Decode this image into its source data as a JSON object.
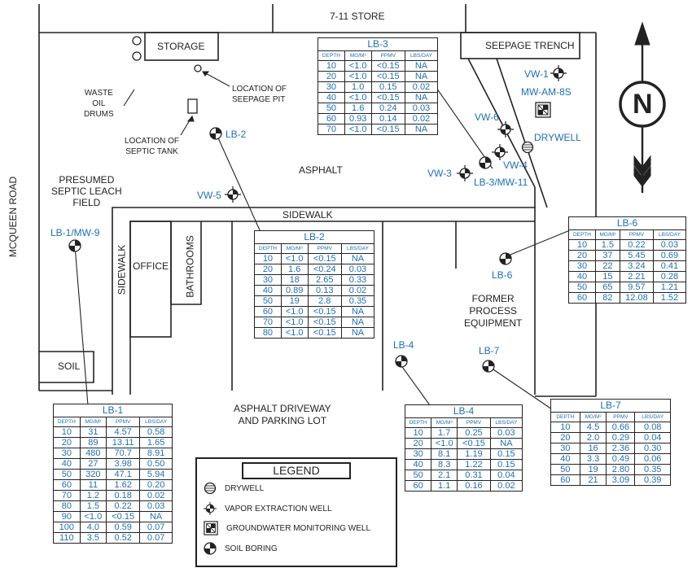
{
  "labels": {
    "store": "7-11 STORE",
    "storage": "STORAGE",
    "seepage_trench": "SEEPAGE TRENCH",
    "waste_oil_drums": [
      "WASTE",
      "OIL",
      "DRUMS"
    ],
    "seepage_pit": [
      "LOCATION OF",
      "SEEPAGE PIT"
    ],
    "septic_tank": [
      "LOCATION OF",
      "SEPTIC TANK"
    ],
    "asphalt": "ASPHALT",
    "leach_field": [
      "PRESUMED",
      "SEPTIC LEACH",
      "FIELD"
    ],
    "mcqueen_road": "MCQUEEN ROAD",
    "sidewalk_h": "SIDEWALK",
    "sidewalk_v": "SIDEWALK",
    "office": "OFFICE",
    "bathrooms": "BATHROOMS",
    "soil": "SOIL",
    "former_process": [
      "FORMER",
      "PROCESS",
      "EQUIPMENT"
    ],
    "driveway": [
      "ASPHALT DRIVEWAY",
      "AND PARKING LOT"
    ],
    "north": "N"
  },
  "wells": {
    "lb2": "LB-2",
    "vw5": "VW-5",
    "lb1": "LB-1/MW-9",
    "vw1": "VW-1",
    "mwam8s": "MW-AM-8S",
    "drywell": "DRYWELL",
    "vw6": "VW-6",
    "vw4": "VW-4",
    "vw3": "VW-3",
    "lb3mw11": "LB-3/MW-11",
    "lb6": "LB-6",
    "lb4": "LB-4",
    "lb7": "LB-7"
  },
  "table_headers": [
    "DEPTH",
    "MG/M³",
    "PPMV",
    "LBS/DAY"
  ],
  "tables": {
    "lb3": {
      "title": "LB-3",
      "rows": [
        [
          "10",
          "<1.0",
          "<0.15",
          "NA"
        ],
        [
          "20",
          "<1.0",
          "<0.15",
          "NA"
        ],
        [
          "30",
          "1.0",
          "0.15",
          "0.02"
        ],
        [
          "40",
          "<1.0",
          "<0.15",
          "NA"
        ],
        [
          "50",
          "1.6",
          "0.24",
          "0.03"
        ],
        [
          "60",
          "0.93",
          "0.14",
          "0.02"
        ],
        [
          "70",
          "<1.0",
          "<0.15",
          "NA"
        ]
      ]
    },
    "lb2": {
      "title": "LB-2",
      "rows": [
        [
          "10",
          "<1.0",
          "<0.15",
          "NA"
        ],
        [
          "20",
          "1.6",
          "<0.24",
          "0.03"
        ],
        [
          "30",
          "18",
          "2.65",
          "0.33"
        ],
        [
          "40",
          "0.89",
          "0.13",
          "0.02"
        ],
        [
          "50",
          "19",
          "2.8",
          "0.35"
        ],
        [
          "60",
          "<1.0",
          "<0.15",
          "NA"
        ],
        [
          "70",
          "<1.0",
          "<0.15",
          "NA"
        ],
        [
          "80",
          "<1.0",
          "<0.15",
          "NA"
        ]
      ]
    },
    "lb6": {
      "title": "LB-6",
      "rows": [
        [
          "10",
          "1.5",
          "0.22",
          "0.03"
        ],
        [
          "20",
          "37",
          "5.45",
          "0.69"
        ],
        [
          "30",
          "22",
          "3.24",
          "0.41"
        ],
        [
          "40",
          "15",
          "2.21",
          "0.28"
        ],
        [
          "50",
          "65",
          "9.57",
          "1.21"
        ],
        [
          "60",
          "82",
          "12.08",
          "1.52"
        ]
      ]
    },
    "lb1": {
      "title": "LB-1",
      "rows": [
        [
          "10",
          "31",
          "4.57",
          "0.58"
        ],
        [
          "20",
          "89",
          "13.11",
          "1.65"
        ],
        [
          "30",
          "480",
          "70.7",
          "8.91"
        ],
        [
          "40",
          "27",
          "3.98",
          "0.50"
        ],
        [
          "50",
          "320",
          "47.1",
          "5.94"
        ],
        [
          "60",
          "11",
          "1.62",
          "0.20"
        ],
        [
          "70",
          "1.2",
          "0.18",
          "0.02"
        ],
        [
          "80",
          "1.5",
          "0.22",
          "0.03"
        ],
        [
          "90",
          "<1.0",
          "<0.15",
          "NA"
        ],
        [
          "100",
          "4.0",
          "0.59",
          "0.07"
        ],
        [
          "110",
          "3.5",
          "0.52",
          "0.07"
        ]
      ]
    },
    "lb4": {
      "title": "LB-4",
      "rows": [
        [
          "10",
          "1.7",
          "0.25",
          "0.03"
        ],
        [
          "20",
          "<1.0",
          "<0.15",
          "NA"
        ],
        [
          "30",
          "8.1",
          "1.19",
          "0.15"
        ],
        [
          "40",
          "8.3",
          "1.22",
          "0.15"
        ],
        [
          "50",
          "2.1",
          "0.31",
          "0.04"
        ],
        [
          "60",
          "1.1",
          "0.16",
          "0.02"
        ]
      ]
    },
    "lb7": {
      "title": "LB-7",
      "rows": [
        [
          "10",
          "4.5",
          "0.66",
          "0.08"
        ],
        [
          "20",
          "2.0",
          "0.29",
          "0.04"
        ],
        [
          "30",
          "16",
          "2.36",
          "0.30"
        ],
        [
          "40",
          "3.3",
          "0.49",
          "0.06"
        ],
        [
          "50",
          "19",
          "2.80",
          "0.35"
        ],
        [
          "60",
          "21",
          "3.09",
          "0.39"
        ]
      ]
    }
  },
  "legend": {
    "title": "LEGEND",
    "items": [
      "DRYWELL",
      "VAPOR EXTRACTION WELL",
      "GROUNDWATER MONITORING WELL",
      "SOIL BORING"
    ]
  },
  "colors": {
    "label_blue": "#1f6fb5",
    "line": "#222222"
  }
}
